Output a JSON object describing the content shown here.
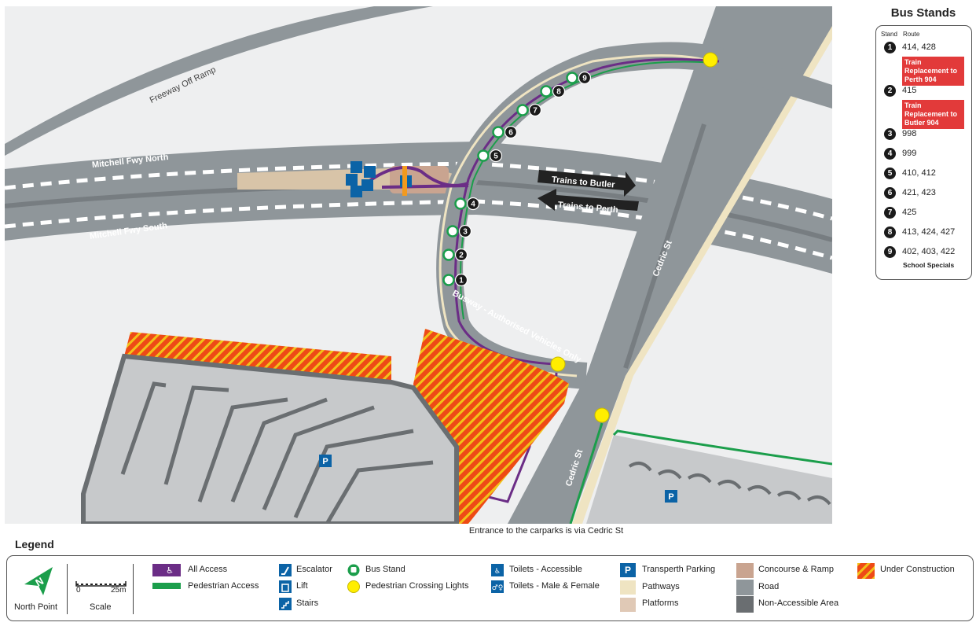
{
  "map": {
    "labels": {
      "freeway_off_ramp": "Freeway Off Ramp",
      "mitchell_north": "Mitchell Fwy North",
      "mitchell_south": "Mitchell Fwy South",
      "trains_to_butler": "Trains to Butler",
      "trains_to_perth": "Trains to Perth",
      "cedric_st_upper": "Cedric St",
      "cedric_st_lower": "Cedric St",
      "busway": "Busway - Authorised Vehicles Only",
      "parking_letter": "P"
    },
    "stand_markers": [
      "1",
      "2",
      "3",
      "4",
      "5",
      "6",
      "7",
      "8",
      "9"
    ],
    "caption": "Entrance to the carparks is via Cedric St"
  },
  "bus_stands": {
    "title": "Bus Stands",
    "col_stand": "Stand",
    "col_route": "Route",
    "rows": [
      {
        "stand": "1",
        "route": "414, 428",
        "note": "Train Replacement to Perth 904"
      },
      {
        "stand": "2",
        "route": "415",
        "note": "Train Replacement to Butler 904"
      },
      {
        "stand": "3",
        "route": "998"
      },
      {
        "stand": "4",
        "route": "999"
      },
      {
        "stand": "5",
        "route": "410, 412"
      },
      {
        "stand": "6",
        "route": "421, 423"
      },
      {
        "stand": "7",
        "route": "425"
      },
      {
        "stand": "8",
        "route": "413, 424, 427"
      },
      {
        "stand": "9",
        "route": "402, 403, 422",
        "sub": "School Specials"
      }
    ]
  },
  "legend": {
    "title": "Legend",
    "north_point": "North Point",
    "north_letter": "N",
    "scale": "Scale",
    "scale_zero": "0",
    "scale_max": "25m",
    "items": {
      "all_access": "All Access",
      "pedestrian_access": "Pedestrian Access",
      "escalator": "Escalator",
      "lift": "Lift",
      "stairs": "Stairs",
      "bus_stand": "Bus Stand",
      "crossing_lights": "Pedestrian Crossing Lights",
      "toilets_accessible": "Toilets - Accessible",
      "toilets_mf": "Toilets - Male & Female",
      "transperth_parking": "Transperth Parking",
      "parking_letter": "P",
      "pathways": "Pathways",
      "platforms": "Platforms",
      "concourse": "Concourse & Ramp",
      "road": "Road",
      "non_accessible": "Non-Accessible Area",
      "under_construction": "Under Construction"
    }
  },
  "colors": {
    "road": "#8f969a",
    "background": "#eeeff0",
    "purple": "#6b2d86",
    "green": "#1b9e4b",
    "crossing_yellow": "#ffee00",
    "construction_orange": "#ee4a16",
    "construction_yellow": "#f2c21a",
    "parking_blue": "#0b63a6",
    "pathway": "#efe4c2",
    "concourse": "#c9a490",
    "red_note": "#e23a3a"
  }
}
